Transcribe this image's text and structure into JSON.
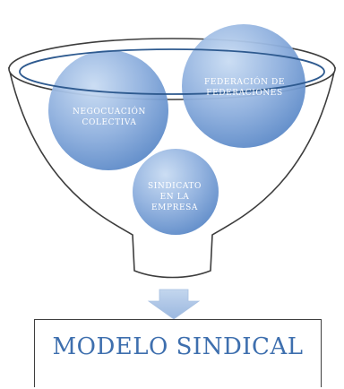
{
  "diagram": {
    "bubbles": [
      {
        "id": "negociacion",
        "lines": [
          "NEGOCUACIÓN",
          "COLECTIVA"
        ]
      },
      {
        "id": "federacion",
        "lines": [
          "FEDERACIÓN DE",
          "FEDERACIONES"
        ]
      },
      {
        "id": "sindicato",
        "lines": [
          "SINDICATO",
          "EN LA",
          "EMPRESA"
        ]
      }
    ],
    "output": {
      "title": "MODELO SINDICAL"
    },
    "colors": {
      "funnel_fill": "#ffffff",
      "funnel_stroke": "#3d3d3d",
      "rim_stroke": "#2e5a8f",
      "bubble_light": "#bcd3ef",
      "bubble_dark": "#5584c6",
      "arrow": "#a7c0e2",
      "title": "#3e6fae"
    }
  }
}
